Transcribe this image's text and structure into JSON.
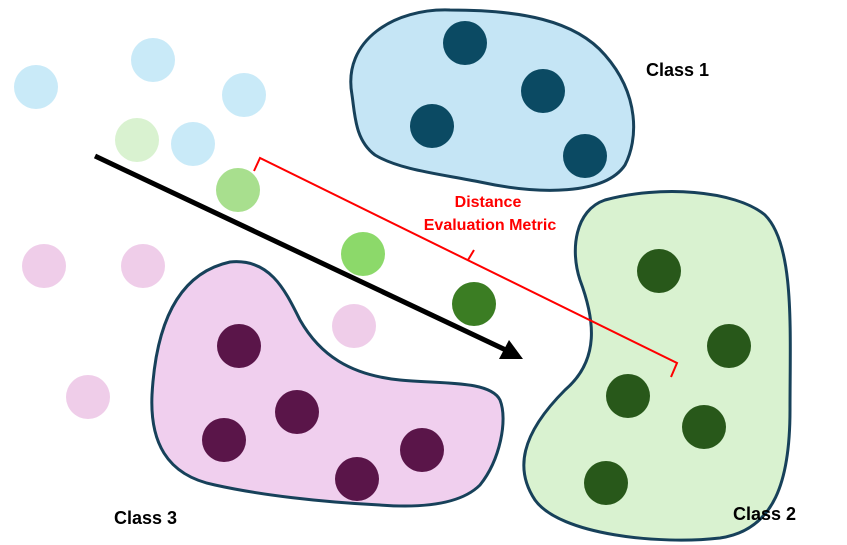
{
  "labels": {
    "class1": "Class 1",
    "class2": "Class 2",
    "class3": "Class 3",
    "metric_line1": "Distance",
    "metric_line2": "Evaluation Metric"
  },
  "colors": {
    "class1_fill": "#c5e5f5",
    "class1_point": "#0b4a63",
    "class2_fill": "#d9f2d0",
    "class2_point": "#28581a",
    "class3_fill": "#f0cfee",
    "class3_point": "#5a1549",
    "outline": "#17415a",
    "faded_blue": "#c9eaf8",
    "faded_green": "#d9f2d0",
    "faded_pink": "#efcde9",
    "light_green_point": "#a8df8e",
    "medium_green_point": "#8cd96a",
    "dark_green_point": "#3b7d23",
    "arrow": "#000000",
    "metric": "#ff0000"
  }
}
